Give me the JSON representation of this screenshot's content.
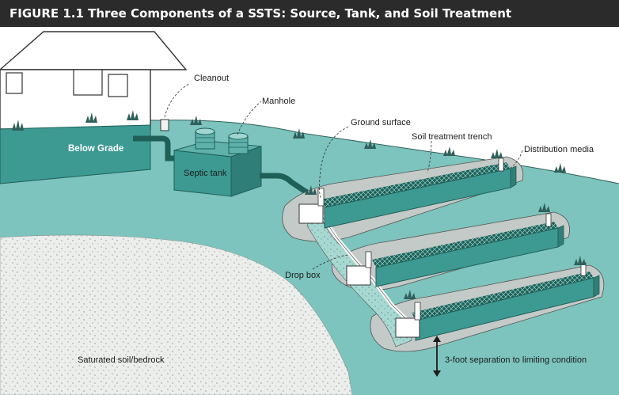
{
  "title": "FIGURE 1.1  Three Components of a SSTS: Source, Tank, and Soil Treatment",
  "labels": {
    "cleanout": "Cleanout",
    "manhole": "Manhole",
    "ground_surface": "Ground surface",
    "soil_treatment_trench": "Soil treatment trench",
    "distribution_media": "Distribution media",
    "below_grade": "Below Grade",
    "septic_tank": "Septic tank",
    "drop_box": "Drop box",
    "saturated_soil": "Saturated soil/bedrock",
    "separation": "3-foot separation to limiting condition"
  },
  "colors": {
    "title_bg": "#2b2b2b",
    "soil_teal": "#7cc4bd",
    "structure_teal": "#3d9a92",
    "structure_dark": "#2f7f78",
    "pipe": "#1e5f58",
    "gravel": "#e9ebe8"
  }
}
